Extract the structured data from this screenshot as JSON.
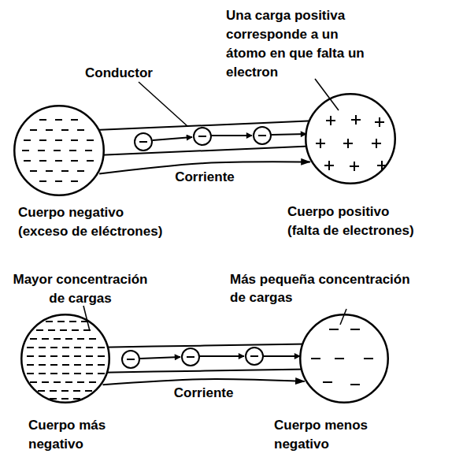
{
  "diagram": {
    "nodes": [
      {
        "text": [
          "Cuerpo negativo (exceso de eléctrones)"
        ]
      },
      {
        "text": [
          "Cuerpo positivo (falta de electrones)"
        ]
      },
      {
        "text": [
          "Cuerpo más negativo"
        ]
      },
      {
        "text": [
          "Cuerpo menos negativo"
        ]
      }
    ],
    "edges": [
      {
        "from": 0,
        "to": 1,
        "arrow": "none"
      },
      {
        "from": 0,
        "to": 1,
        "label": "Corriente",
        "arrow": "to"
      },
      {
        "from": 2,
        "to": 3,
        "arrow": "none"
      },
      {
        "from": 2,
        "to": 3,
        "label": "Corriente",
        "arrow": "to"
      }
    ],
    "labels": [
      "Una carga positiva corresponde a un átomo en que falta un electron",
      "Conductor",
      "Mayor concentración de cargas",
      "Más pequeña concentración de cargas"
    ]
  }
}
